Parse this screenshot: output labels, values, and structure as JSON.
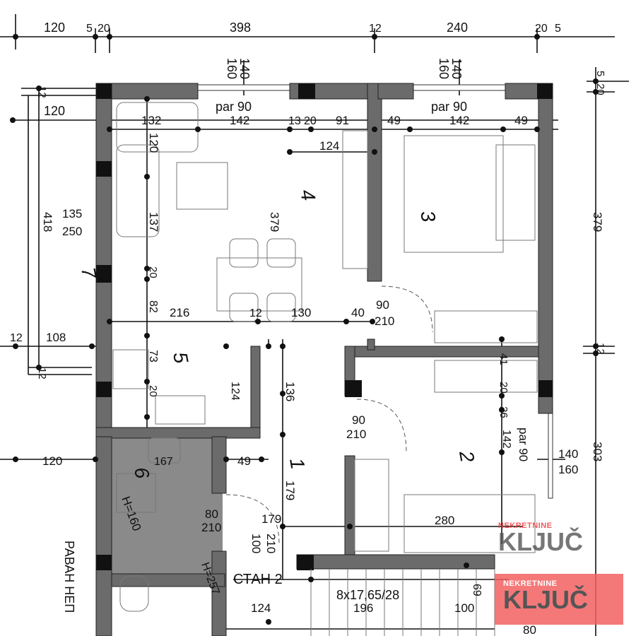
{
  "plan": {
    "title_label": "СТАН 2",
    "side_label": "РАВАН НЕП",
    "stair_label": "8x17,65/28",
    "rooms": [
      "4",
      "3",
      "7",
      "5",
      "2",
      "1",
      "6"
    ],
    "dimensions": [
      "120",
      "5",
      "20",
      "398",
      "12",
      "240",
      "20",
      "5",
      "140",
      "160",
      "140",
      "160",
      "5",
      "20",
      "12",
      "120",
      "par 90",
      "132",
      "142",
      "13",
      "20",
      "91",
      "par 90",
      "49",
      "142",
      "49",
      "120",
      "124",
      "135",
      "250",
      "418",
      "137",
      "379",
      "379",
      "20",
      "82",
      "216",
      "12",
      "130",
      "40",
      "90",
      "210",
      "12",
      "108",
      "12",
      "73",
      "12",
      "124",
      "136",
      "41",
      "20",
      "26",
      "20",
      "90",
      "210",
      "120",
      "167",
      "49",
      "179",
      "par 90",
      "142",
      "140",
      "160",
      "303",
      "H=160",
      "80",
      "210",
      "179",
      "280",
      "100",
      "210",
      "H=257",
      "124",
      "196",
      "69",
      "100",
      "80"
    ]
  },
  "watermark": {
    "small": "NEKRETNINE",
    "big": "KLJUČ",
    "color_accent": "#e53935",
    "badge_bg": "#f26060"
  },
  "colors": {
    "wall": "#6b6b6b",
    "pillar": "#111111",
    "bathroom_floor": "#8a8a8a",
    "line": "#111111"
  }
}
